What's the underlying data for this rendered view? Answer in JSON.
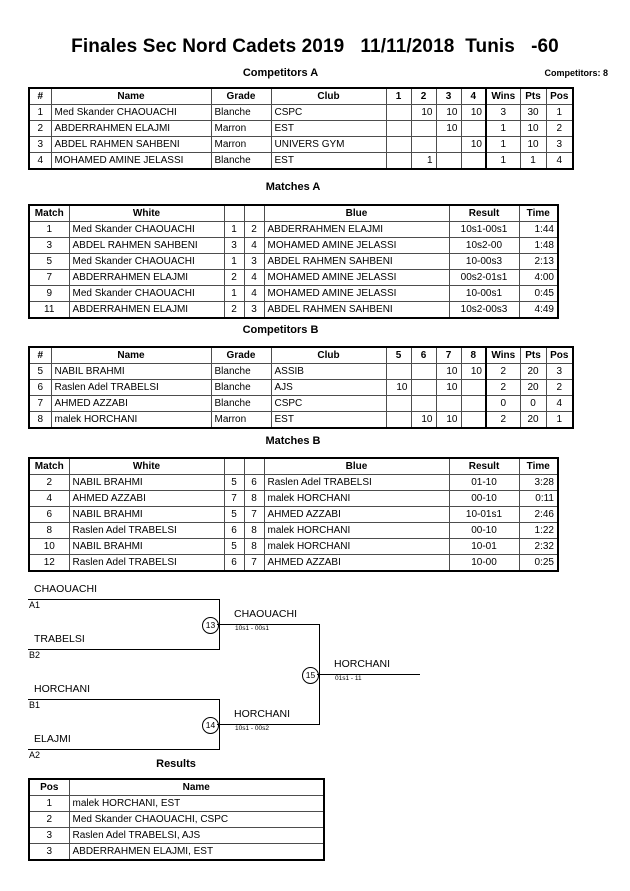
{
  "header": {
    "title": "Finales Sec Nord Cadets 2019   11/11/2018  Tunis   -60",
    "competitors_label": "Competitors: 8"
  },
  "sections": {
    "competitors_a": "Competitors A",
    "matches_a": "Matches A",
    "competitors_b": "Competitors B",
    "matches_b": "Matches B",
    "results": "Results"
  },
  "pool_a": {
    "headers": {
      "num": "#",
      "name": "Name",
      "grade": "Grade",
      "club": "Club",
      "opp": [
        "1",
        "2",
        "3",
        "4"
      ],
      "wins": "Wins",
      "pts": "Pts",
      "pos": "Pos"
    },
    "rows": [
      {
        "num": "1",
        "name": "Med Skander CHAOUACHI",
        "grade": "Blanche",
        "club": "CSPC",
        "scores": [
          "",
          "10",
          "10",
          "10"
        ],
        "wins": "3",
        "pts": "30",
        "pos": "1"
      },
      {
        "num": "2",
        "name": "ABDERRAHMEN ELAJMI",
        "grade": "Marron",
        "club": "EST",
        "scores": [
          "",
          "",
          "10",
          ""
        ],
        "wins": "1",
        "pts": "10",
        "pos": "2"
      },
      {
        "num": "3",
        "name": "ABDEL RAHMEN SAHBENI",
        "grade": "Marron",
        "club": "UNIVERS GYM",
        "scores": [
          "",
          "",
          "",
          "10"
        ],
        "wins": "1",
        "pts": "10",
        "pos": "3"
      },
      {
        "num": "4",
        "name": "MOHAMED AMINE JELASSI",
        "grade": "Blanche",
        "club": "EST",
        "scores": [
          "",
          "1",
          "",
          ""
        ],
        "wins": "1",
        "pts": "1",
        "pos": "4"
      }
    ]
  },
  "matches_a": {
    "headers": {
      "match": "Match",
      "white": "White",
      "blue": "Blue",
      "result": "Result",
      "time": "Time"
    },
    "rows": [
      {
        "match": "1",
        "white": "Med Skander CHAOUACHI",
        "wn": "1",
        "bn": "2",
        "blue": "ABDERRAHMEN ELAJMI",
        "result": "10s1-00s1",
        "time": "1:44"
      },
      {
        "match": "3",
        "white": "ABDEL RAHMEN SAHBENI",
        "wn": "3",
        "bn": "4",
        "blue": "MOHAMED AMINE JELASSI",
        "result": "10s2-00",
        "time": "1:48"
      },
      {
        "match": "5",
        "white": "Med Skander CHAOUACHI",
        "wn": "1",
        "bn": "3",
        "blue": "ABDEL RAHMEN SAHBENI",
        "result": "10-00s3",
        "time": "2:13"
      },
      {
        "match": "7",
        "white": "ABDERRAHMEN ELAJMI",
        "wn": "2",
        "bn": "4",
        "blue": "MOHAMED AMINE JELASSI",
        "result": "00s2-01s1",
        "time": "4:00"
      },
      {
        "match": "9",
        "white": "Med Skander CHAOUACHI",
        "wn": "1",
        "bn": "4",
        "blue": "MOHAMED AMINE JELASSI",
        "result": "10-00s1",
        "time": "0:45"
      },
      {
        "match": "11",
        "white": "ABDERRAHMEN ELAJMI",
        "wn": "2",
        "bn": "3",
        "blue": "ABDEL RAHMEN SAHBENI",
        "result": "10s2-00s3",
        "time": "4:49"
      }
    ]
  },
  "pool_b": {
    "headers": {
      "num": "#",
      "name": "Name",
      "grade": "Grade",
      "club": "Club",
      "opp": [
        "5",
        "6",
        "7",
        "8"
      ],
      "wins": "Wins",
      "pts": "Pts",
      "pos": "Pos"
    },
    "rows": [
      {
        "num": "5",
        "name": "NABIL BRAHMI",
        "grade": "Blanche",
        "club": "ASSIB",
        "scores": [
          "",
          "",
          "10",
          "10"
        ],
        "wins": "2",
        "pts": "20",
        "pos": "3"
      },
      {
        "num": "6",
        "name": "Raslen Adel TRABELSI",
        "grade": "Blanche",
        "club": "AJS",
        "scores": [
          "10",
          "",
          "10",
          ""
        ],
        "wins": "2",
        "pts": "20",
        "pos": "2"
      },
      {
        "num": "7",
        "name": "AHMED AZZABI",
        "grade": "Blanche",
        "club": "CSPC",
        "scores": [
          "",
          "",
          "",
          ""
        ],
        "wins": "0",
        "pts": "0",
        "pos": "4"
      },
      {
        "num": "8",
        "name": "malek HORCHANI",
        "grade": "Marron",
        "club": "EST",
        "scores": [
          "",
          "10",
          "10",
          ""
        ],
        "wins": "2",
        "pts": "20",
        "pos": "1"
      }
    ]
  },
  "matches_b": {
    "headers": {
      "match": "Match",
      "white": "White",
      "blue": "Blue",
      "result": "Result",
      "time": "Time"
    },
    "rows": [
      {
        "match": "2",
        "white": "NABIL BRAHMI",
        "wn": "5",
        "bn": "6",
        "blue": "Raslen Adel TRABELSI",
        "result": "01-10",
        "time": "3:28"
      },
      {
        "match": "4",
        "white": "AHMED AZZABI",
        "wn": "7",
        "bn": "8",
        "blue": "malek HORCHANI",
        "result": "00-10",
        "time": "0:11"
      },
      {
        "match": "6",
        "white": "NABIL BRAHMI",
        "wn": "5",
        "bn": "7",
        "blue": "AHMED AZZABI",
        "result": "10-01s1",
        "time": "2:46"
      },
      {
        "match": "8",
        "white": "Raslen Adel TRABELSI",
        "wn": "6",
        "bn": "8",
        "blue": "malek HORCHANI",
        "result": "00-10",
        "time": "1:22"
      },
      {
        "match": "10",
        "white": "NABIL BRAHMI",
        "wn": "5",
        "bn": "8",
        "blue": "malek HORCHANI",
        "result": "10-01",
        "time": "2:32"
      },
      {
        "match": "12",
        "white": "Raslen Adel TRABELSI",
        "wn": "6",
        "bn": "7",
        "blue": "AHMED AZZABI",
        "result": "10-00",
        "time": "0:25"
      }
    ]
  },
  "bracket": {
    "entrants": [
      {
        "name": "CHAOUACHI",
        "seed": "A1"
      },
      {
        "name": "TRABELSI",
        "seed": "B2"
      },
      {
        "name": "HORCHANI",
        "seed": "B1"
      },
      {
        "name": "ELAJMI",
        "seed": "A2"
      }
    ],
    "semifinals": [
      {
        "number": "13",
        "winner": "CHAOUACHI",
        "score": "10s1 - 00s1"
      },
      {
        "number": "14",
        "winner": "HORCHANI",
        "score": "10s1 - 00s2"
      }
    ],
    "final": {
      "number": "15",
      "winner": "HORCHANI",
      "score": "01s1 - 11"
    }
  },
  "results": {
    "headers": {
      "pos": "Pos",
      "name": "Name"
    },
    "rows": [
      {
        "pos": "1",
        "name": "malek HORCHANI, EST"
      },
      {
        "pos": "2",
        "name": "Med Skander CHAOUACHI, CSPC"
      },
      {
        "pos": "3",
        "name": "Raslen Adel TRABELSI, AJS"
      },
      {
        "pos": "3",
        "name": "ABDERRAHMEN ELAJMI, EST"
      }
    ]
  }
}
